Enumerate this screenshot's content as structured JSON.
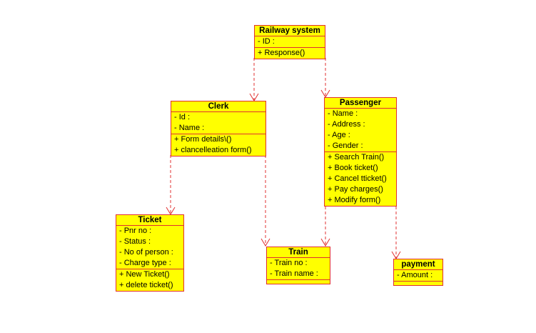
{
  "colors": {
    "class_fill": "#ffff00",
    "class_border": "#e03030",
    "arrow": "#e03030"
  },
  "classes": {
    "railway": {
      "name": "Railway system",
      "attributes": [
        "- ID :"
      ],
      "methods": [
        "+ Response()"
      ]
    },
    "clerk": {
      "name": "Clerk",
      "attributes": [
        "- Id :",
        "- Name :"
      ],
      "methods": [
        "+ Form details\\()",
        "+ clancelleation form()"
      ]
    },
    "passenger": {
      "name": "Passenger",
      "attributes": [
        "- Name :",
        "- Address :",
        "- Age :",
        "- Gender :"
      ],
      "methods": [
        "+ Search Train()",
        "+ Book ticket()",
        "+ Cancel tticket()",
        "+ Pay charges()",
        "+ Modify form()"
      ]
    },
    "ticket": {
      "name": "Ticket",
      "attributes": [
        "- Pnr no :",
        "- Status :",
        "- No of person :",
        "- Charge type :"
      ],
      "methods": [
        "+ New Ticket()",
        "+ delete ticket()"
      ]
    },
    "train": {
      "name": "Train",
      "attributes": [
        "- Train no :",
        "- Train name :"
      ],
      "methods": []
    },
    "payment": {
      "name": "payment",
      "attributes": [
        "- Amount :"
      ],
      "methods": []
    }
  }
}
